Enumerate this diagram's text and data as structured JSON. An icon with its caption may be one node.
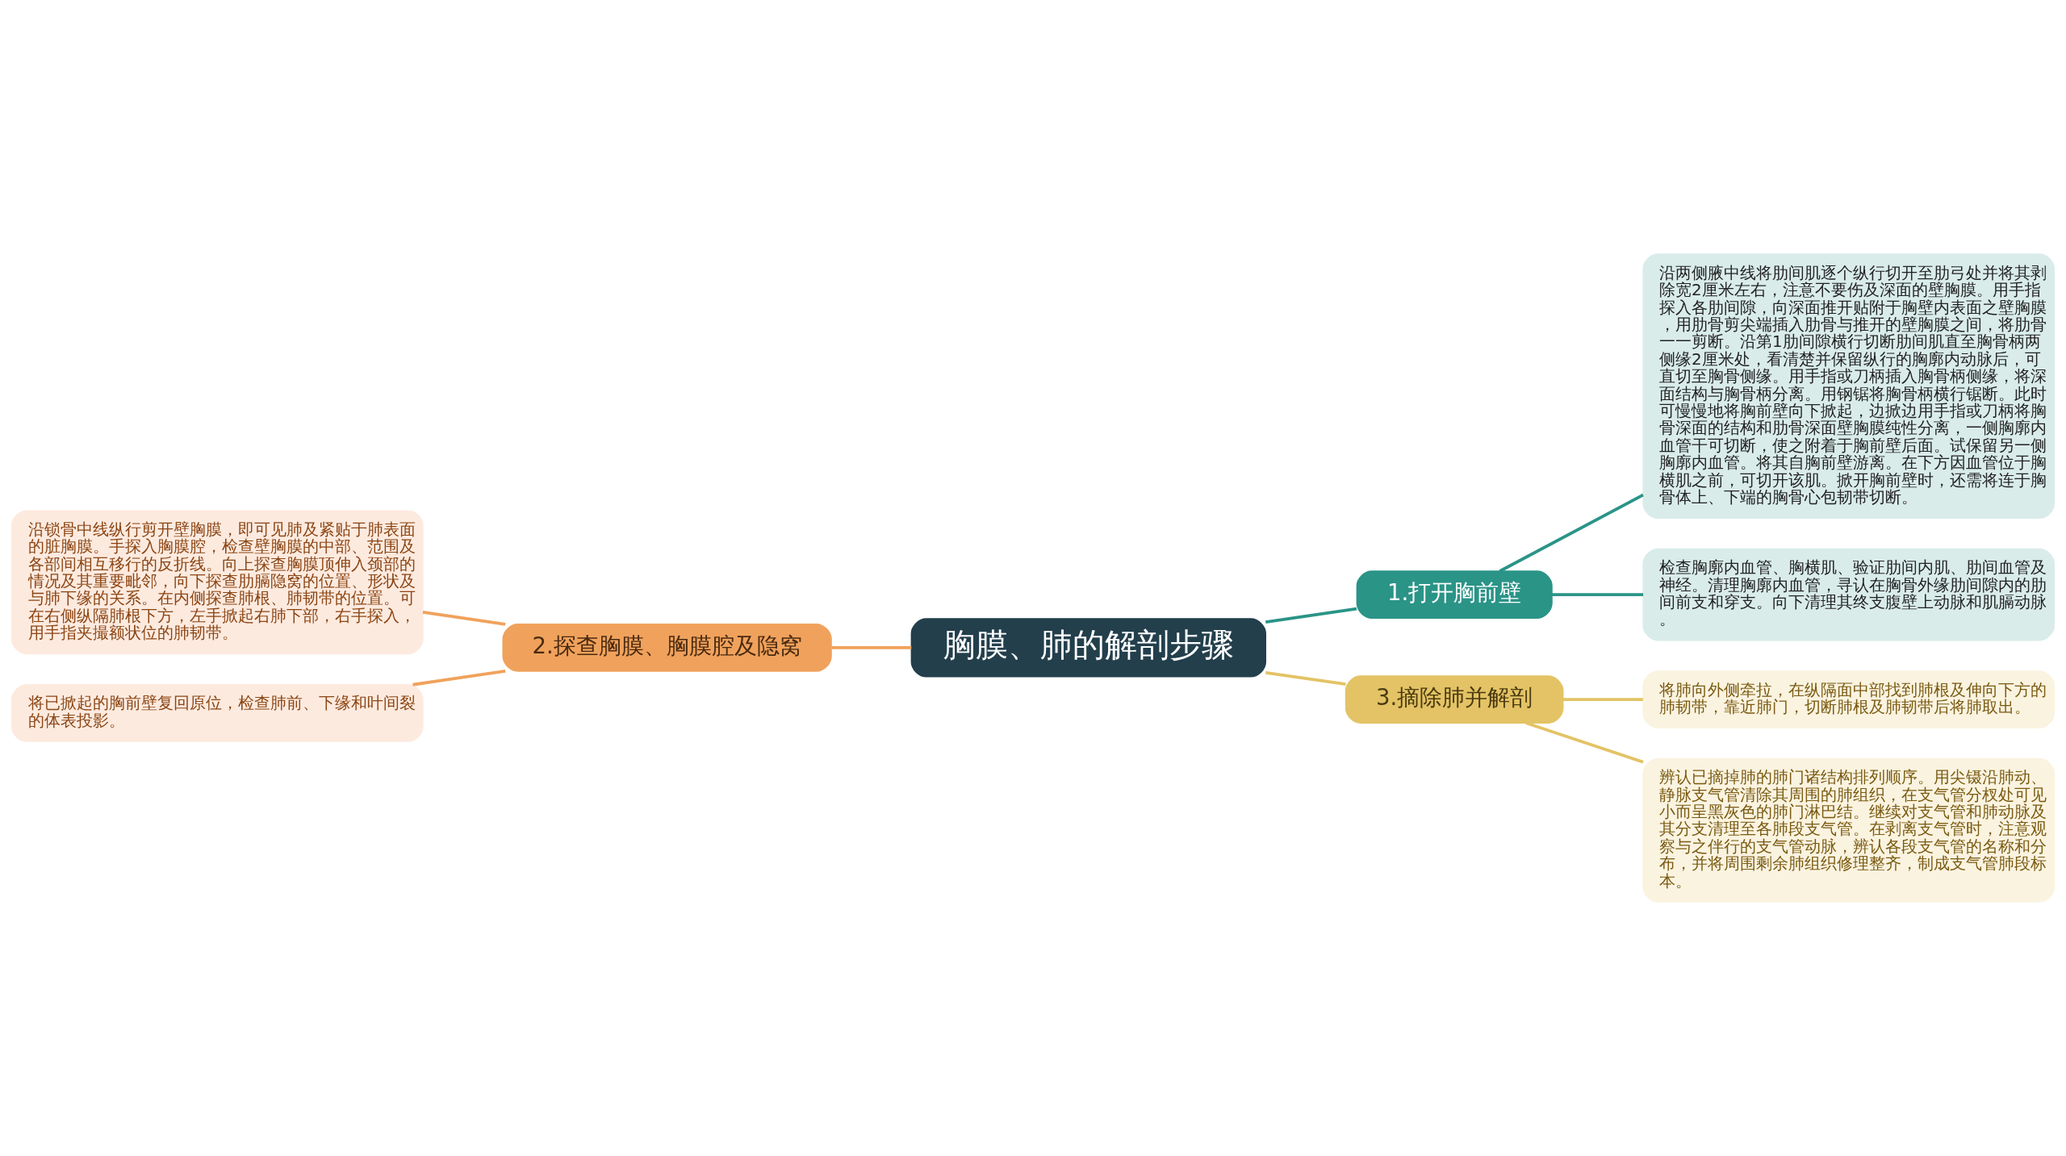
{
  "diagram": {
    "nodes": [
      {
        "text": [
          "胸膜、肺的解剖步骤"
        ]
      },
      {
        "text": [
          "1.打开胸前壁"
        ]
      },
      {
        "text": [
          "沿两侧腋中线将肋间肌逐个纵行切开至肋弓处并将其剥除宽2厘米左右，注意不要伤及深面的壁胸膜。用手指探入各肋间隙，向深面推开贴附于胸壁内表面之壁胸膜，用肋骨剪尖端插入肋骨与推开的壁胸膜之间，将肋骨一一剪断。沿第1肋间隙横行切断肋间肌直至胸骨柄两侧缘2厘米处，看清楚并保留纵行的胸廓内动脉后，可直切至胸骨侧缘。用手指或刀柄插入胸骨柄侧缘，将深面结构与胸骨柄分离。用钢锯将胸骨柄横行锯断。此时可慢慢地将胸前壁向下掀起，边掀边用手指或刀柄将胸骨深面的结构和肋骨深面壁胸膜纯性分离，一侧胸廓内血管干可切断，使之附着于胸前壁后面。试保留另一侧胸廓内血管。将其自胸前壁游离。在下方因血管位于胸横肌之前，可切开该肌。掀开胸前壁时，还需将连于胸骨体上、下端的胸骨心包韧带切断。"
        ]
      },
      {
        "text": [
          "检查胸廓内血管、胸横肌、验证肋间内肌、肋间血管及神经。清理胸廓内血管，寻认在胸骨外缘肋间隙内的肋间前支和穿支。向下清理其终支腹壁上动脉和肌膈动脉。"
        ]
      },
      {
        "text": [
          "2.探查胸膜、胸膜腔及隐窝"
        ]
      },
      {
        "text": [
          "沿锁骨中线纵行剪开壁胸膜，即可见肺及紧贴于肺表面的脏胸膜。手探入胸膜腔，检查壁胸膜的中部、范围及各部间相互移行的反折线。向上探查胸膜顶伸入颈部的情况及其重要毗邻，向下探查肋膈隐窝的位置、形状及与肺下缘的关系。在内侧探查肺根、肺韧带的位置。可在右侧纵隔肺根下方，左手掀起右肺下部，右手探入，用手指夹撮额状位的肺韧带。"
        ]
      },
      {
        "text": [
          "将已掀起的胸前壁复回原位，检查肺前、下缘和叶间裂的体表投影。"
        ]
      },
      {
        "text": [
          "3.摘除肺并解剖"
        ]
      },
      {
        "text": [
          "将肺向外侧牵拉，在纵隔面中部找到肺根及伸向下方的肺韧带，靠近肺门，切断肺根及肺韧带后将肺取出。"
        ]
      },
      {
        "text": [
          "辨认已摘掉肺的肺门诸结构排列顺序。用尖镊沿肺动、静脉支气管清除其周围的肺组织，在支气管分杈处可见小而呈黑灰色的肺门淋巴结。继续对支气管和肺动脉及其分支清理至各肺段支气管。在剥离支气管时，注意观察与之伴行的支气管动脉，辨认各段支气管的名称和分布，并将周围剩余肺组织修理整齐，制成支气管肺段标本。"
        ]
      }
    ],
    "edges": [
      {
        "from": 0,
        "to": 1,
        "arrow": "none",
        "color": "#2a9487"
      },
      {
        "from": 1,
        "to": 2,
        "arrow": "none",
        "color": "#2a9487"
      },
      {
        "from": 1,
        "to": 3,
        "arrow": "none",
        "color": "#2a9487"
      },
      {
        "from": 0,
        "to": 4,
        "arrow": "none",
        "color": "#f0a25c"
      },
      {
        "from": 4,
        "to": 5,
        "arrow": "none",
        "color": "#f0a25c"
      },
      {
        "from": 4,
        "to": 6,
        "arrow": "none",
        "color": "#f0a25c"
      },
      {
        "from": 0,
        "to": 7,
        "arrow": "none",
        "color": "#e3c365"
      },
      {
        "from": 7,
        "to": 8,
        "arrow": "none",
        "color": "#e3c365"
      },
      {
        "from": 7,
        "to": 9,
        "arrow": "none",
        "color": "#e3c365"
      }
    ]
  }
}
